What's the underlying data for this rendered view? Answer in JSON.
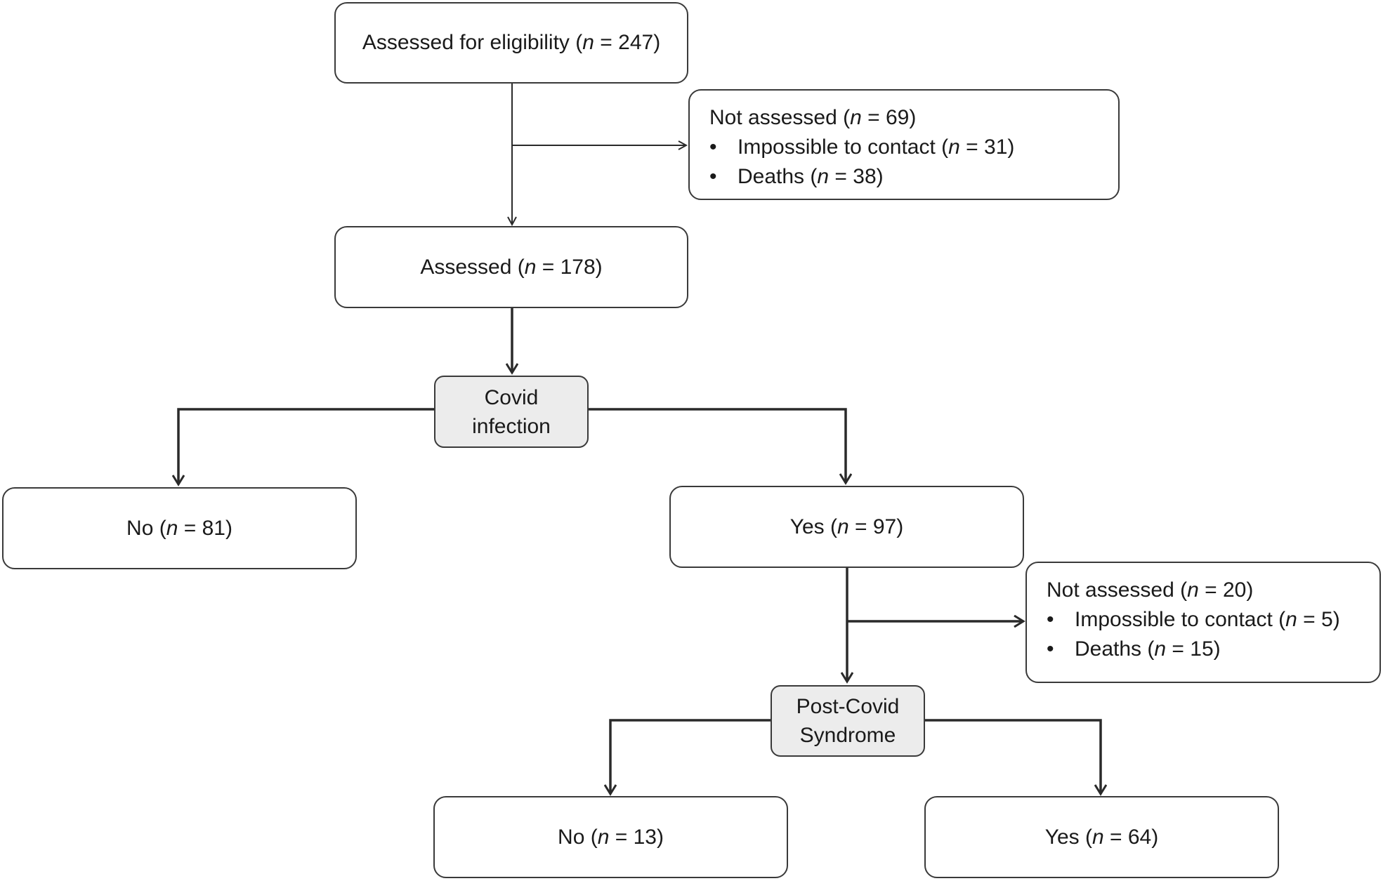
{
  "nodes": {
    "eligibility": {
      "prefix": "Assessed for eligibility (",
      "n": "n",
      "suffix": " = 247)"
    },
    "not_assessed_1": {
      "title": {
        "prefix": "Not assessed (",
        "n": "n",
        "suffix": " = 69)"
      },
      "items": [
        {
          "bullet": "•",
          "prefix": "Impossible to contact (",
          "n": "n",
          "suffix": " = 31)"
        },
        {
          "bullet": "•",
          "prefix": "Deaths (",
          "n": "n",
          "suffix": " = 38)"
        }
      ]
    },
    "assessed": {
      "prefix": "Assessed (",
      "n": "n",
      "suffix": " = 178)"
    },
    "covid_infection": {
      "line1": "Covid",
      "line2": "infection"
    },
    "no_covid": {
      "prefix": "No (",
      "n": "n",
      "suffix": " = 81)"
    },
    "yes_covid": {
      "prefix": "Yes (",
      "n": "n",
      "suffix": " = 97)"
    },
    "not_assessed_2": {
      "title": {
        "prefix": "Not assessed (",
        "n": "n",
        "suffix": " = 20)"
      },
      "items": [
        {
          "bullet": "•",
          "prefix": "Impossible to contact (",
          "n": "n",
          "suffix": " = 5)"
        },
        {
          "bullet": "•",
          "prefix": "Deaths (",
          "n": "n",
          "suffix": " = 15)"
        }
      ]
    },
    "post_covid": {
      "line1": "Post-Covid",
      "line2": "Syndrome"
    },
    "no_pcs": {
      "prefix": "No (",
      "n": "n",
      "suffix": " = 13)"
    },
    "yes_pcs": {
      "prefix": "Yes (",
      "n": "n",
      "suffix": " = 64)"
    }
  },
  "colors": {
    "box_border": "#3a3a3a",
    "decision_fill": "#ececec",
    "connector": "#2a2a2a"
  }
}
